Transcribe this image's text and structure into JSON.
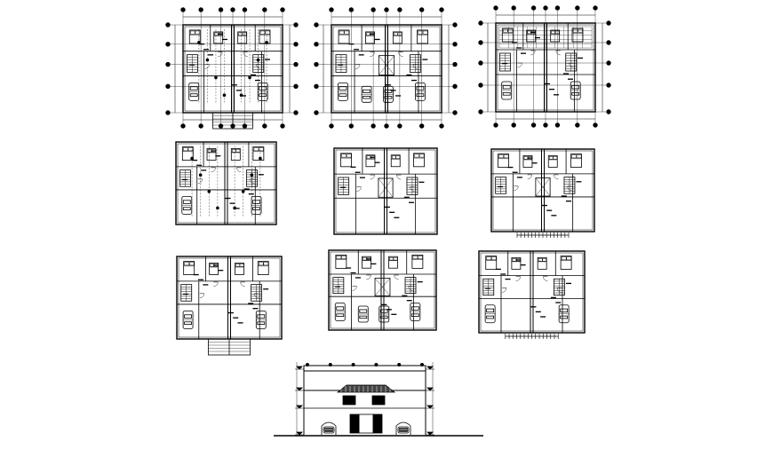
{
  "drawing": {
    "ink_color": "#000000",
    "background_color": "#ffffff",
    "sheets": [
      {
        "id": "plan-a",
        "kind": "dimensioned-floor-plan",
        "variant": "garage-level"
      },
      {
        "id": "plan-b",
        "kind": "dimensioned-floor-plan",
        "variant": "upper-level"
      },
      {
        "id": "plan-c",
        "kind": "dimensioned-floor-plan",
        "variant": "roof-terrace"
      },
      {
        "id": "plan-d",
        "kind": "services-layout",
        "variant": "garage-level"
      },
      {
        "id": "plan-e",
        "kind": "furniture-layout",
        "variant": "upper-level"
      },
      {
        "id": "plan-f",
        "kind": "furniture-layout",
        "variant": "terrace-level"
      },
      {
        "id": "plan-g",
        "kind": "furniture-layout",
        "variant": "garage-level"
      },
      {
        "id": "plan-h",
        "kind": "furniture-layout",
        "variant": "upper-level"
      },
      {
        "id": "plan-i",
        "kind": "furniture-layout",
        "variant": "terrace-level"
      },
      {
        "id": "elevation",
        "kind": "front-elevation",
        "variant": "twin-house"
      }
    ]
  }
}
